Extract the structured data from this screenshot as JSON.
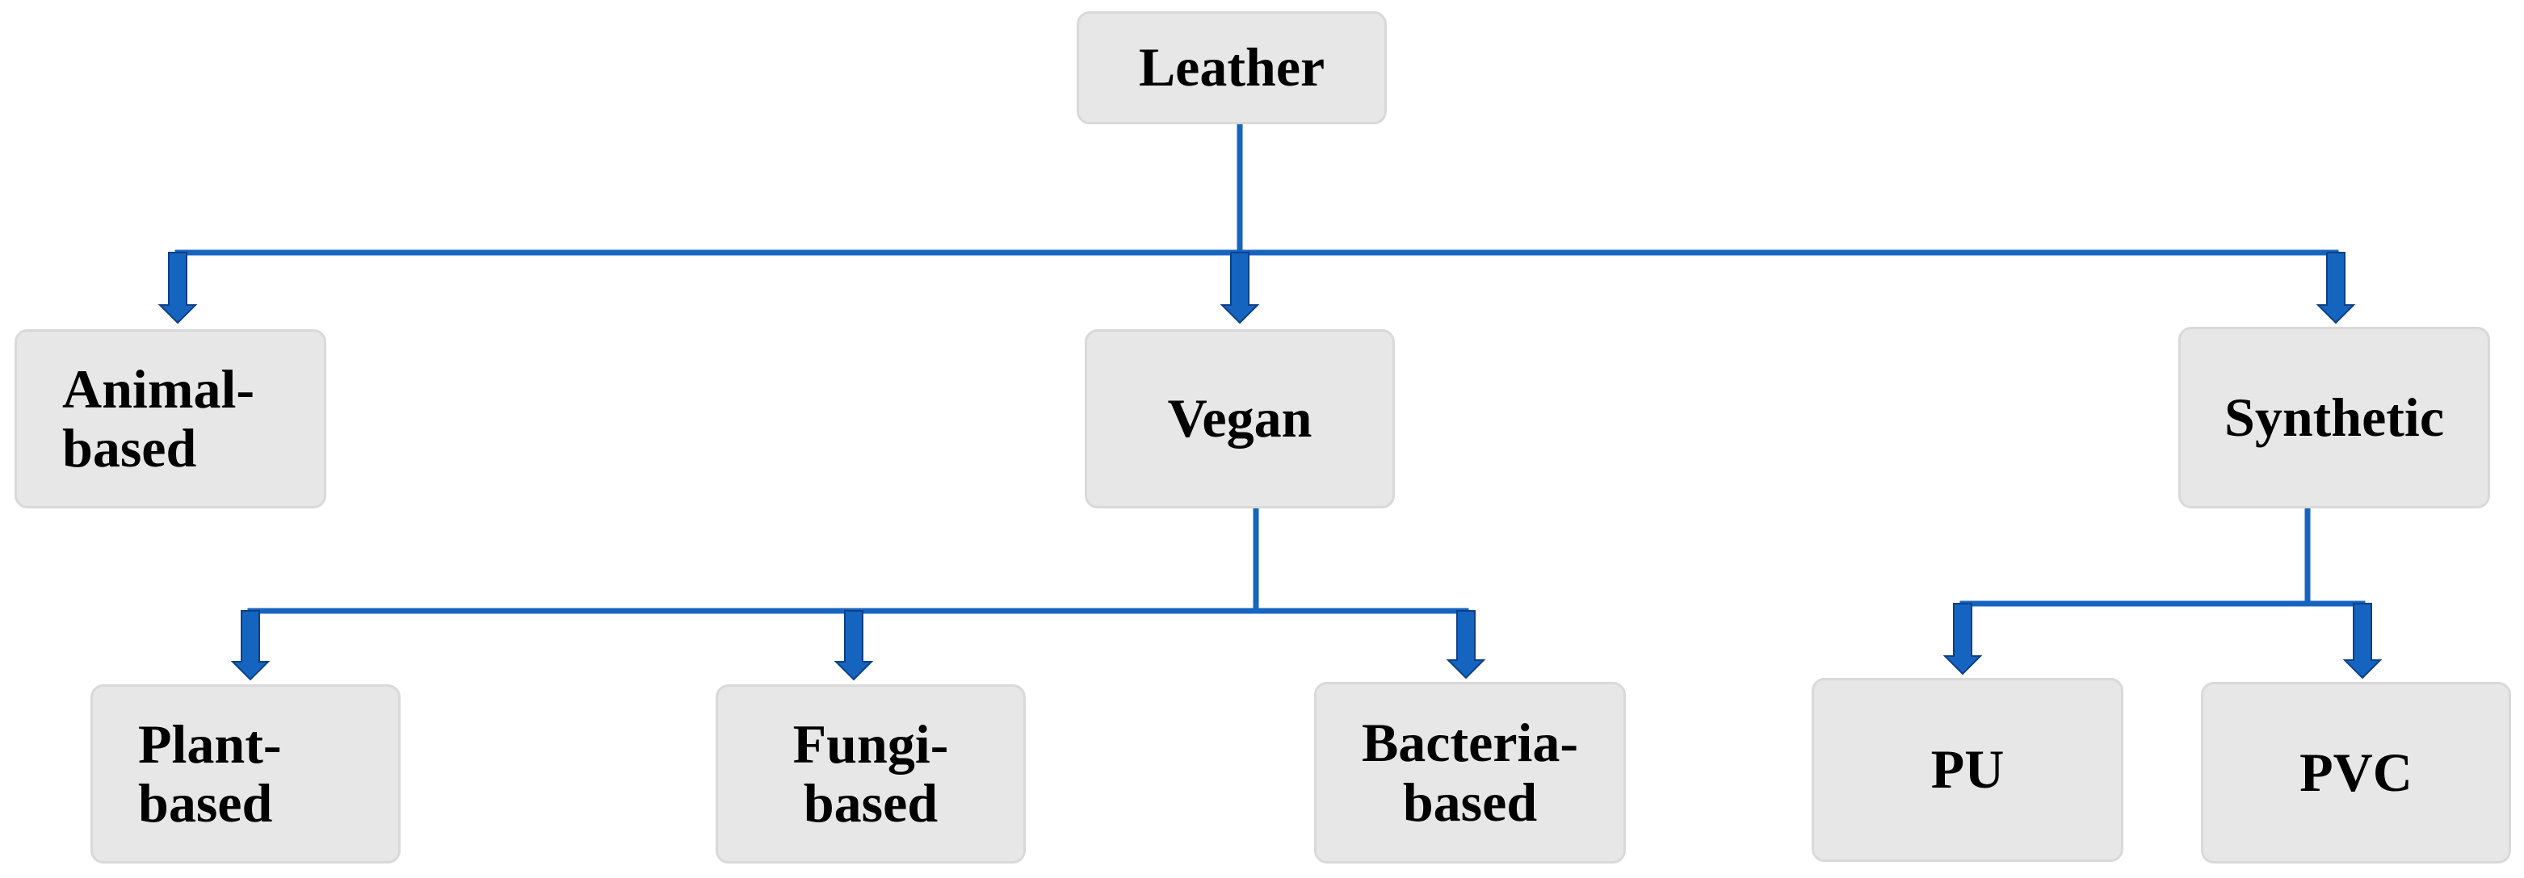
{
  "diagram": {
    "line_color": "#1565c0",
    "box_fill": "#e7e7e7",
    "root": {
      "label": "Leather"
    },
    "animal": {
      "line1": "Animal-",
      "line2": "based"
    },
    "vegan": {
      "label": "Vegan"
    },
    "synthetic": {
      "label": "Synthetic"
    },
    "plant": {
      "line1": "Plant-",
      "line2": "based"
    },
    "fungi": {
      "line1": "Fungi-",
      "line2": "based"
    },
    "bacteria": {
      "line1": "Bacteria-",
      "line2": "based"
    },
    "pu": {
      "label": "PU"
    },
    "pvc": {
      "label": "PVC"
    }
  }
}
